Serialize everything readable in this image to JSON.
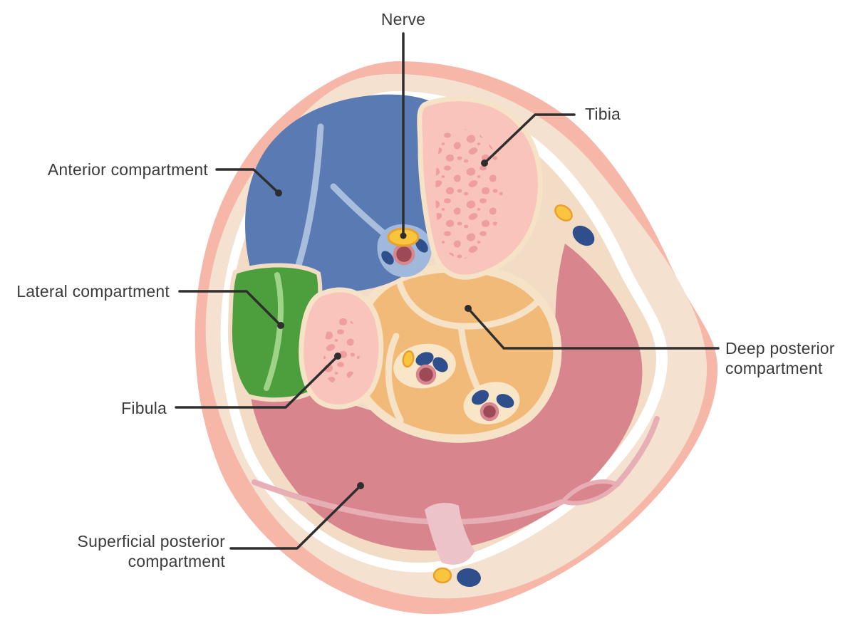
{
  "labels": {
    "nerve": {
      "text": "Nerve"
    },
    "tibia": {
      "text": "Tibia"
    },
    "anterior": {
      "text": "Anterior compartment"
    },
    "lateral": {
      "text": "Lateral compartment"
    },
    "fibula": {
      "text": "Fibula"
    },
    "deep": {
      "line1": "Deep posterior",
      "line2": "compartment"
    },
    "superficial": {
      "line1": "Superficial posterior",
      "line2": "compartment"
    }
  },
  "palette": {
    "skin": "#f6b7a9",
    "subcutaneous_fat": "#f5e1d0",
    "fascia_white": "#ffffff",
    "fascia_bg": "#f3dcc6",
    "anterior_compartment": "#5a7ab3",
    "anterior_divider": "#a9bedd",
    "neurovascular_pocket": "#9fb8dc",
    "lateral_compartment": "#4d9f3e",
    "lateral_divider": "#9fd488",
    "deep_posterior_compartment": "#f2ba79",
    "deep_envelope": "#f6e2c6",
    "vessel_pocket": "#f9e6c8",
    "superficial_posterior_compartment": "#d8858e",
    "muscle_streak": "#e7aeb5",
    "muscle_gap": "#ecc3c8",
    "bone": "#f8c4bc",
    "bone_speckle": "#ee9e9d",
    "nerve_yellow": "#f9c53d",
    "nerve_outline": "#e8a12f",
    "artery_fill": "#9c4a57",
    "artery_ring": "#d8868f",
    "vein": "#2e4f8c",
    "leader_line": "#2e2e2e",
    "label_text": "#3b3b3b"
  }
}
